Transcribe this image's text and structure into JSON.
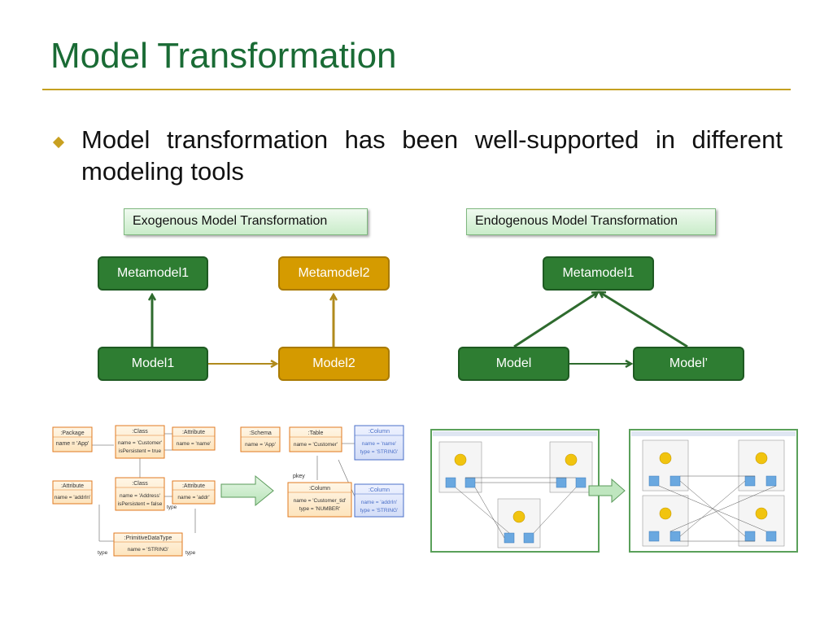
{
  "slide": {
    "title": "Model Transformation",
    "bullet": "Model transformation has been well-supported in different modeling tools"
  },
  "exogenous": {
    "label": "Exogenous Model Transformation",
    "metamodel1": "Metamodel1",
    "metamodel2": "Metamodel2",
    "model1": "Model1",
    "model2": "Model2"
  },
  "endogenous": {
    "label": "Endogenous Model Transformation",
    "metamodel1": "Metamodel1",
    "model": "Model",
    "model_prime": "Model’"
  },
  "uml_example": {
    "left": {
      "package": {
        "title": ":Package",
        "attr": "name = 'App'"
      },
      "class_customer": {
        "title": ":Class",
        "attr1": "name = 'Customer'",
        "attr2": "isPersistent = true"
      },
      "attribute_name": {
        "title": ":Attribute",
        "attr": "name = 'name'"
      },
      "attribute_addrin": {
        "title": ":Attribute",
        "attr": "name = 'addrIn'"
      },
      "class_address": {
        "title": ":Class",
        "attr1": "name = 'Address'",
        "attr2": "isPersistent = false"
      },
      "attribute_addr": {
        "title": ":Attribute",
        "attr": "name = 'addr'"
      },
      "primitive": {
        "title": ":PrimitiveDataType",
        "attr": "name = 'STRING'"
      },
      "type_label": "type"
    },
    "right": {
      "schema": {
        "title": ":Schema",
        "attr": "name = 'App'"
      },
      "table": {
        "title": ":Table",
        "attr": "name = 'Customer'"
      },
      "column_name": {
        "title": ":Column",
        "attr1": "name = 'name'",
        "attr2": "type = 'STRING'"
      },
      "column_tid": {
        "title": ":Column",
        "attr1": "name = 'Customer_tid'",
        "attr2": "type = 'NUMBER'"
      },
      "column_addrin": {
        "title": ":Column",
        "attr1": "name = 'addrIn'",
        "attr2": "type = 'STRING'"
      },
      "pkey_label": "pkey"
    }
  },
  "colors": {
    "title_green": "#1a6b35",
    "rule_gold": "#c4a020",
    "node_green": "#2e7d32",
    "node_gold": "#d59b00",
    "arrow_green": "#2e6b2e",
    "arrow_gold": "#b08a1c",
    "uml_orange": "#e07a20",
    "uml_blue": "#4a6fc8"
  }
}
